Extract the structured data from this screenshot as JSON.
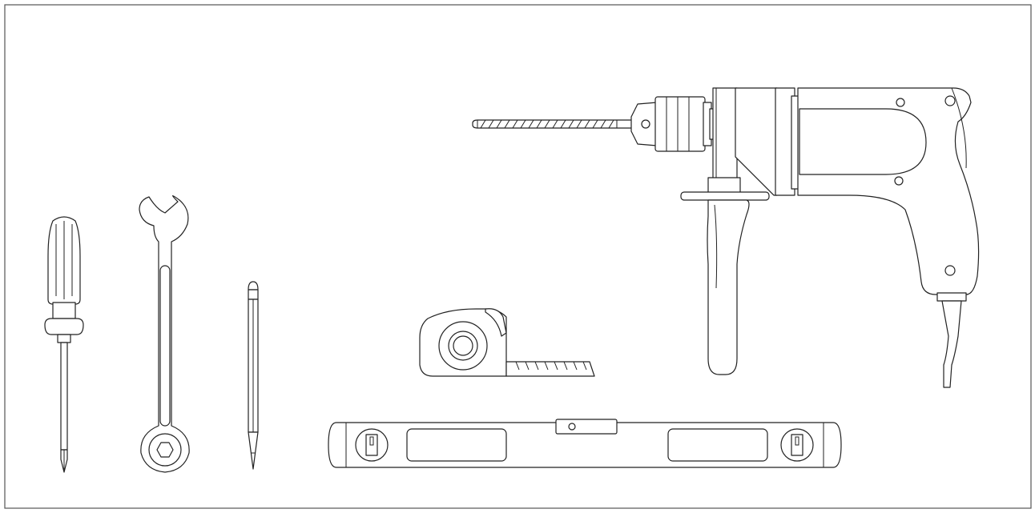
{
  "scene": {
    "tools": [
      {
        "id": "drill",
        "icon": "power-drill-icon"
      },
      {
        "id": "screwdriver",
        "icon": "screwdriver-icon"
      },
      {
        "id": "wrench",
        "icon": "combination-wrench-icon"
      },
      {
        "id": "pencil",
        "icon": "pencil-icon"
      },
      {
        "id": "tape-measure",
        "icon": "tape-measure-icon"
      },
      {
        "id": "spirit-level",
        "icon": "spirit-level-icon"
      }
    ],
    "colors": {
      "stroke": "#222222",
      "background": "#ffffff",
      "frame": "#555555"
    }
  }
}
